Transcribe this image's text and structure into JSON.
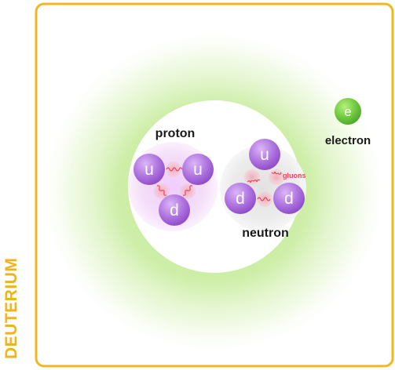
{
  "atom_label": "DEUTERIUM",
  "proton": {
    "label": "proton",
    "quarks": [
      "u",
      "u",
      "d"
    ]
  },
  "neutron": {
    "label": "neutron",
    "quarks": [
      "u",
      "d",
      "d"
    ]
  },
  "gluons_label": "gluons",
  "electron": {
    "symbol": "e",
    "label": "electron"
  },
  "colors": {
    "frame": "#f2b621",
    "label": "#f0b21e",
    "cloud": "#a8e06a",
    "quark": "#a45fd6",
    "electron": "#69c53a",
    "proton_bg": "#f1d8fb",
    "neutron_bg": "#e6e6e6",
    "gluon": "#e8455b"
  }
}
